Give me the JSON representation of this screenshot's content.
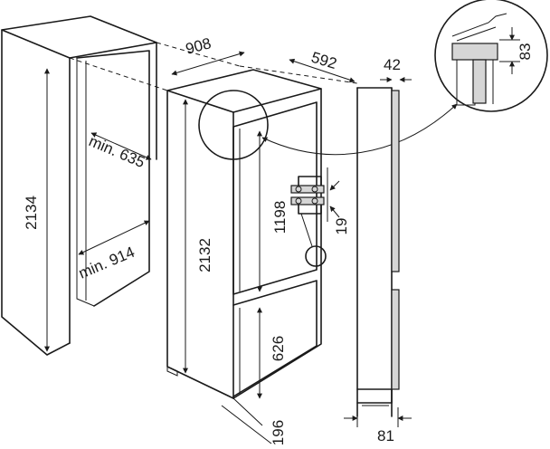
{
  "dimensions": {
    "niche_height": "2134",
    "niche_width_min": "min. 914",
    "niche_depth_min": "min. 635",
    "appliance_width": "908",
    "appliance_depth": "592",
    "appliance_height": "2132",
    "upper_door_height": "1198",
    "lower_door_height": "626",
    "plinth_height": "196",
    "door_panel_thickness": "42",
    "door_gap": "81",
    "hinge_offset": "19",
    "top_detail_height": "83"
  }
}
